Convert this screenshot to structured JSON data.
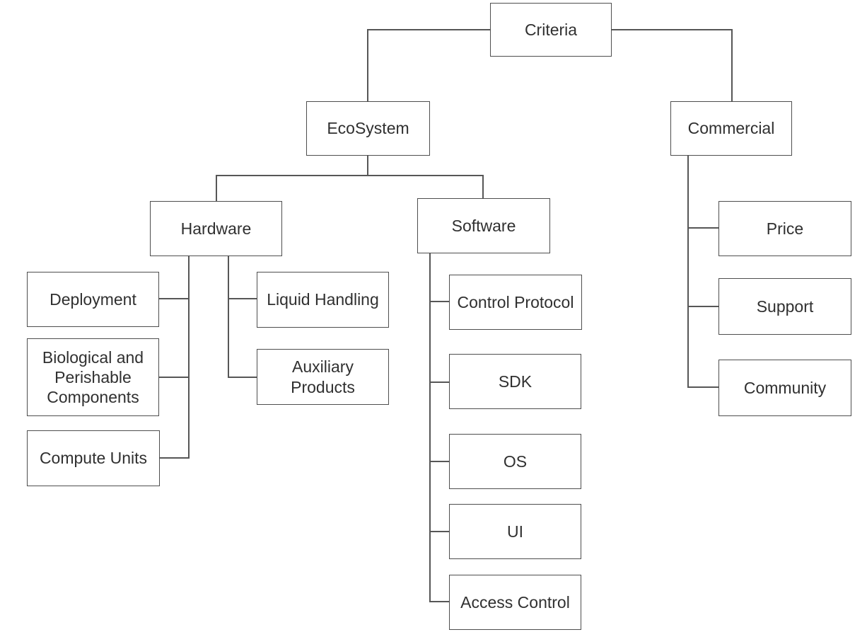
{
  "colors": {
    "background": "#ffffff",
    "box_fill": "#ffffff",
    "box_border": "#4e4e4e",
    "line": "#565656",
    "text": "#303030"
  },
  "tree": {
    "label": "Criteria",
    "children": [
      {
        "label": "EcoSystem",
        "children": [
          {
            "label": "Hardware",
            "children": [
              {
                "label": "Deployment"
              },
              {
                "label": "Biological and Perishable Components"
              },
              {
                "label": "Compute Units"
              },
              {
                "label": "Liquid Handling"
              },
              {
                "label": "Auxiliary Products"
              }
            ]
          },
          {
            "label": "Software",
            "children": [
              {
                "label": "Control Protocol"
              },
              {
                "label": "SDK"
              },
              {
                "label": "OS"
              },
              {
                "label": "UI"
              },
              {
                "label": "Access Control"
              }
            ]
          }
        ]
      },
      {
        "label": "Commercial",
        "children": [
          {
            "label": "Price"
          },
          {
            "label": "Support"
          },
          {
            "label": "Community"
          }
        ]
      }
    ]
  }
}
